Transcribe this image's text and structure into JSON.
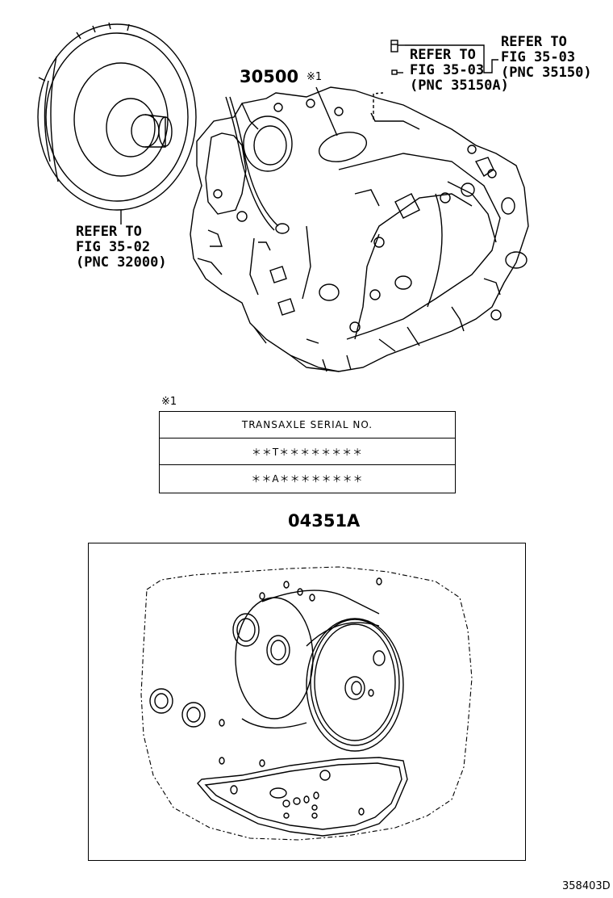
{
  "callouts": {
    "torque_converter": [
      "REFER TO",
      "FIG 35-02",
      "(PNC 32000)"
    ],
    "refer_inner": [
      "REFER TO",
      "FIG 35-03",
      "(PNC 35150A)"
    ],
    "refer_outer": [
      "REFER TO",
      "FIG 35-03",
      "(PNC 35150)"
    ]
  },
  "part_numbers": {
    "transaxle": "30500",
    "transaxle_mark": "※1",
    "gasket_kit": "04351A"
  },
  "serial_table": {
    "mark": "※1",
    "header": "TRANSAXLE SERIAL NO.",
    "rows": [
      "＊＊T＊＊＊＊＊＊＊＊",
      "＊＊A＊＊＊＊＊＊＊＊"
    ]
  },
  "figure_id": "358403D"
}
